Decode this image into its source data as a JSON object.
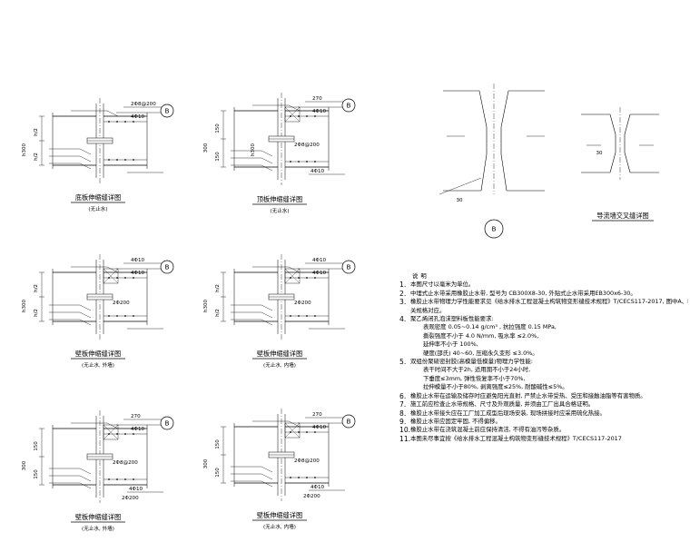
{
  "details": [
    {
      "title": "底板伸缩缝详图",
      "subtitle": "(无止水)",
      "dims": [
        "h300",
        "h/2",
        "h/2"
      ],
      "labels": [
        "2Φ8@200",
        "4Φ10",
        "B"
      ]
    },
    {
      "title": "顶板伸缩缝详图",
      "subtitle": "(无止水)",
      "dims": [
        "300",
        "150",
        "150",
        "h300"
      ],
      "labels": [
        "270",
        "4Φ10",
        "2Φ8@200",
        "4Φ10",
        "B"
      ]
    },
    {
      "title": "壁板伸缩缝详图",
      "subtitle": "(无止水, 外墙)",
      "dims": [
        "h300",
        "h/2",
        "h/2"
      ],
      "labels": [
        "4Φ10",
        "4Φ10",
        "2Φ200",
        "B"
      ]
    },
    {
      "title": "壁板伸缩缝详图",
      "subtitle": "(无止水, 内墙)",
      "dims": [
        "h300",
        "h/2",
        "h/2"
      ],
      "labels": [
        "4Φ10",
        "4Φ10",
        "2Φ200",
        "B"
      ]
    },
    {
      "title": "壁板伸缩缝详图",
      "subtitle": "(无止水, 外墙)",
      "dims": [
        "300",
        "150",
        "150"
      ],
      "labels": [
        "270",
        "4Φ10",
        "2Φ8@200",
        "4Φ10",
        "2Φ200",
        "B"
      ]
    },
    {
      "title": "壁板伸缩缝详图",
      "subtitle": "(无止水, 内墙)",
      "dims": [
        "300",
        "150",
        "150"
      ],
      "labels": [
        "270",
        "4Φ10",
        "2Φ8@200",
        "4Φ10",
        "2Φ200",
        "B"
      ]
    }
  ],
  "node_b": {
    "circle": "B",
    "dim": "30"
  },
  "wall_detail": {
    "title": "导流墙交叉缝详图",
    "dim": "30"
  },
  "notes": {
    "header": "说明",
    "items": [
      {
        "n": "1.",
        "t": "本图尺寸以毫米为单位。"
      },
      {
        "n": "2.",
        "t": "中埋式止水带采用橡胶止水带, 型号为 CB300X8-30, 外贴式止水带采用EB300x6-30。"
      },
      {
        "n": "3.",
        "t": "橡胶止水带物理力学性能要求见《给水排水工程混凝土构筑物变形缝技术规程》T/CECS117-2017, 图中A、B与此相"
      },
      {
        "n": "",
        "t": "关规格对应。"
      },
      {
        "n": "4.",
        "t": "聚乙烯闭孔泡沫塑料板性能要求: "
      },
      {
        "n": "",
        "t": "表观密度 0.05~0.14 g/cm³ , 抗拉强度 0.15 MPa,",
        "sub": true
      },
      {
        "n": "",
        "t": "撕裂强度不小于 4.0 N/mm, 吸水率 ≤2.0%,",
        "sub": true
      },
      {
        "n": "",
        "t": "延伸率不小于 100%,",
        "sub": true
      },
      {
        "n": "",
        "t": "硬度(邵氏) 40~60, 压缩永久变形 ≤3.0%。",
        "sub": true
      },
      {
        "n": "5.",
        "t": "双组份聚硫密封胶(高模量低模量)物理力学性能:"
      },
      {
        "n": "",
        "t": "表干时间不大于2h, 适用期不小于24小时,",
        "sub": true
      },
      {
        "n": "",
        "t": "下垂度≤3mm, 弹性恢复率不小于70%,",
        "sub": true
      },
      {
        "n": "",
        "t": "拉伸模量不小于80%, 剥离强度≤25%, 耐酸碱性≤5%。",
        "sub": true
      },
      {
        "n": "6.",
        "t": "橡胶止水带在运输及储存时应避免阳光直射, 严禁止水带受热、受压和接触油脂等有害物质。"
      },
      {
        "n": "7.",
        "t": "施工前应检查止水带规格、尺寸及外观质量, 并须由工厂出具合格证明。"
      },
      {
        "n": "8.",
        "t": "橡胶止水带接头应在工厂加工成型后现场安装, 现场拼接时应采用硫化热接。"
      },
      {
        "n": "9.",
        "t": "橡胶止水带应固定牢固, 不得偏移。"
      },
      {
        "n": "10.",
        "t": "橡胶止水带在浇筑混凝土前应保持清洁, 不得有油污等杂质。"
      },
      {
        "n": "11.",
        "t": "本图未尽事宜按《给水排水工程混凝土构筑物变形缝技术规程》T/CECS117-2017"
      }
    ]
  }
}
